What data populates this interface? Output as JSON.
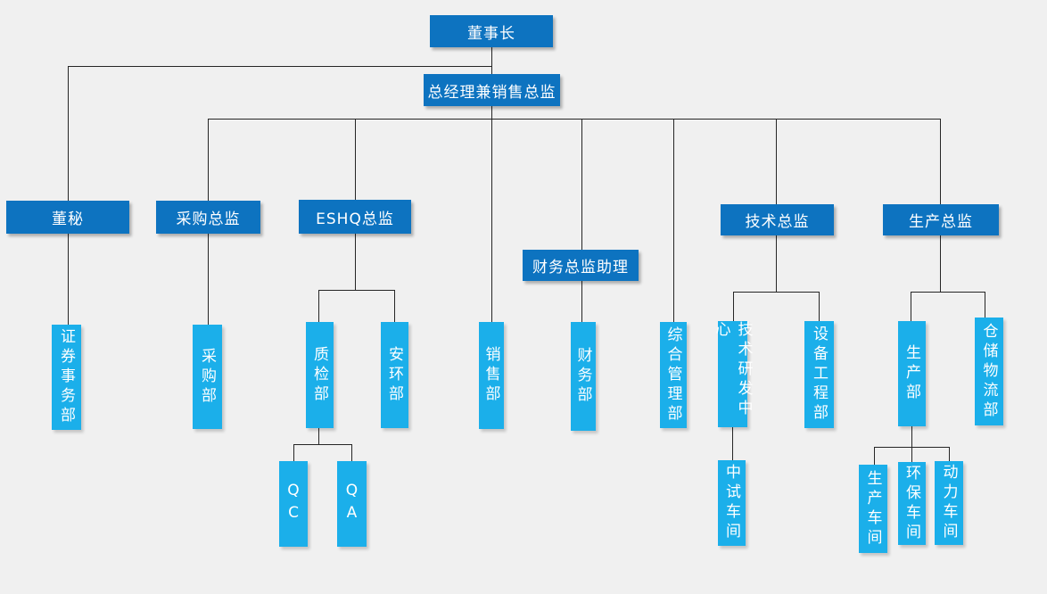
{
  "diagram_type": "org-chart",
  "colors": {
    "background": "#f0f0f0",
    "director_box": "#0d73c0",
    "department_box": "#1bafea",
    "connector_line": "#262626",
    "box_text": "#ffffff"
  },
  "nodes": [
    {
      "id": "chairman",
      "label": "董事长",
      "parent": null,
      "style": "director"
    },
    {
      "id": "gm-sales-director",
      "label": "总经理兼销售总监",
      "parent": "chairman",
      "style": "director"
    },
    {
      "id": "board-secretary",
      "label": "董秘",
      "parent": "chairman",
      "style": "director"
    },
    {
      "id": "procurement-director",
      "label": "采购总监",
      "parent": "gm-sales-director",
      "style": "director"
    },
    {
      "id": "eshq-director",
      "label": "ESHQ总监",
      "parent": "gm-sales-director",
      "style": "director"
    },
    {
      "id": "finance-director-assistant",
      "label": "财务总监助理",
      "parent": "gm-sales-director",
      "style": "director"
    },
    {
      "id": "tech-director",
      "label": "技术总监",
      "parent": "gm-sales-director",
      "style": "director"
    },
    {
      "id": "production-director",
      "label": "生产总监",
      "parent": "gm-sales-director",
      "style": "director"
    },
    {
      "id": "securities-affairs-dept",
      "label": "证券事务部",
      "parent": "board-secretary",
      "style": "department"
    },
    {
      "id": "procurement-dept",
      "label": "采购部",
      "parent": "procurement-director",
      "style": "department"
    },
    {
      "id": "quality-inspection-dept",
      "label": "质检部",
      "parent": "eshq-director",
      "style": "department"
    },
    {
      "id": "safety-env-dept",
      "label": "安环部",
      "parent": "eshq-director",
      "style": "department"
    },
    {
      "id": "sales-dept",
      "label": "销售部",
      "parent": "gm-sales-director",
      "style": "department"
    },
    {
      "id": "finance-dept",
      "label": "财务部",
      "parent": "finance-director-assistant",
      "style": "department"
    },
    {
      "id": "general-admin-dept",
      "label": "综合管理部",
      "parent": "gm-sales-director",
      "style": "department"
    },
    {
      "id": "tech-rd-center",
      "label": "技术研发中心",
      "parent": "tech-director",
      "style": "department"
    },
    {
      "id": "equipment-eng-dept",
      "label": "设备工程部",
      "parent": "tech-director",
      "style": "department"
    },
    {
      "id": "production-dept",
      "label": "生产部",
      "parent": "production-director",
      "style": "department"
    },
    {
      "id": "warehouse-logistics-dept",
      "label": "仓储物流部",
      "parent": "production-director",
      "style": "department"
    },
    {
      "id": "qc",
      "label": "QC",
      "parent": "quality-inspection-dept",
      "style": "department"
    },
    {
      "id": "qa",
      "label": "QA",
      "parent": "quality-inspection-dept",
      "style": "department"
    },
    {
      "id": "pilot-workshop",
      "label": "中试车间",
      "parent": "tech-rd-center",
      "style": "department"
    },
    {
      "id": "production-workshop",
      "label": "生产车间",
      "parent": "production-dept",
      "style": "department"
    },
    {
      "id": "env-protection-workshop",
      "label": "环保车间",
      "parent": "production-dept",
      "style": "department"
    },
    {
      "id": "power-workshop",
      "label": "动力车间",
      "parent": "production-dept",
      "style": "department"
    }
  ]
}
